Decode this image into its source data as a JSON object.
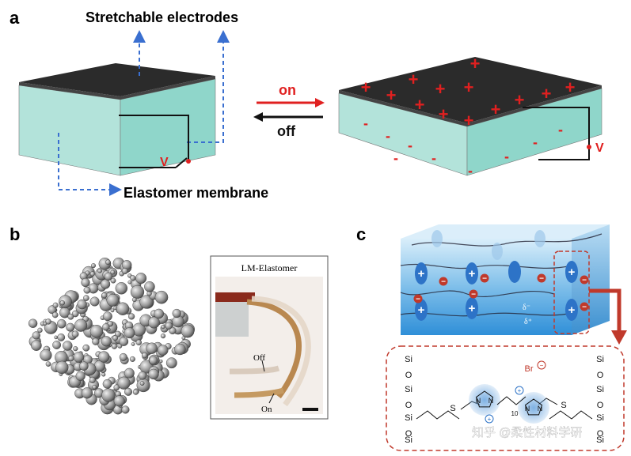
{
  "panel_a": {
    "panel_letter": "a",
    "top_label": "Stretchable electrodes",
    "bottom_label": "Elastomer membrane",
    "arrow_on": "on",
    "arrow_off": "off",
    "voltage_left": "V",
    "voltage_right": "V",
    "plus_sign": "+",
    "minus_sign": "-",
    "colors": {
      "electrode": "#2b2b2b",
      "elastomer_front": "#a8ddd3",
      "elastomer_side": "#7ecdc0",
      "charge": "#e02020",
      "leader": "#3a6fd0"
    }
  },
  "panel_b": {
    "panel_letter": "b",
    "photo_title": "LM-Elastomer",
    "off_label": "Off",
    "on_label": "On"
  },
  "panel_c": {
    "panel_letter": "c",
    "delta_minus": "δ⁻",
    "delta_plus": "δ⁺",
    "atoms": {
      "si": "Si",
      "o": "O",
      "s": "S",
      "n": "N",
      "br": "Br",
      "subscript": "10"
    },
    "ion_plus": "+",
    "ion_minus": "−",
    "colors": {
      "gel_top": "#c7e3f5",
      "gel_bottom": "#2b8fd6",
      "cation": "#2d73c7",
      "anion": "#c0392b",
      "callout": "#c0392b"
    }
  },
  "watermark": "知乎 @柔性材料学研"
}
